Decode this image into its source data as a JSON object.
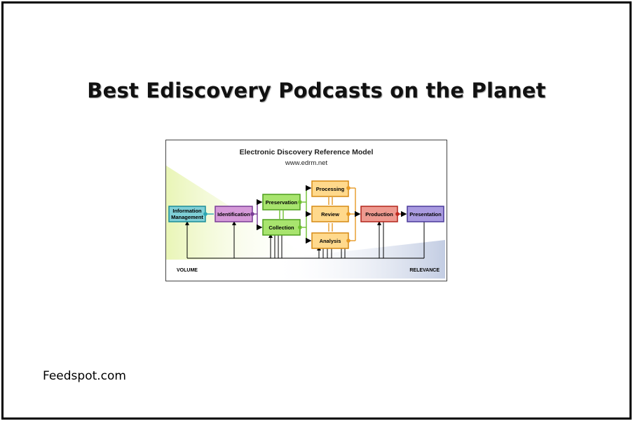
{
  "page": {
    "title": "Best Ediscovery Podcasts on the Planet",
    "footer": "Feedspot.com"
  },
  "diagram": {
    "title": "Electronic Discovery Reference Model",
    "url": "www.edrm.net",
    "axis_left": "VOLUME",
    "axis_right": "RELEVANCE",
    "stages": {
      "information_management": [
        "Information",
        "Management"
      ],
      "identification": "Identification",
      "preservation": "Preservation",
      "collection": "Collection",
      "processing": "Processing",
      "review": "Review",
      "analysis": "Analysis",
      "production": "Production",
      "presentation": "Presentation"
    },
    "colors": {
      "information_management": "#7fcfd6",
      "identification": "#d59ad9",
      "preservation_collection": "#a8e46e",
      "processing_review_analysis": "#ffd98c",
      "production": "#ee9a90",
      "presentation": "#a99be0",
      "volume_wedge": "#eef7c8",
      "relevance_wedge": "#c9d3e6"
    }
  }
}
